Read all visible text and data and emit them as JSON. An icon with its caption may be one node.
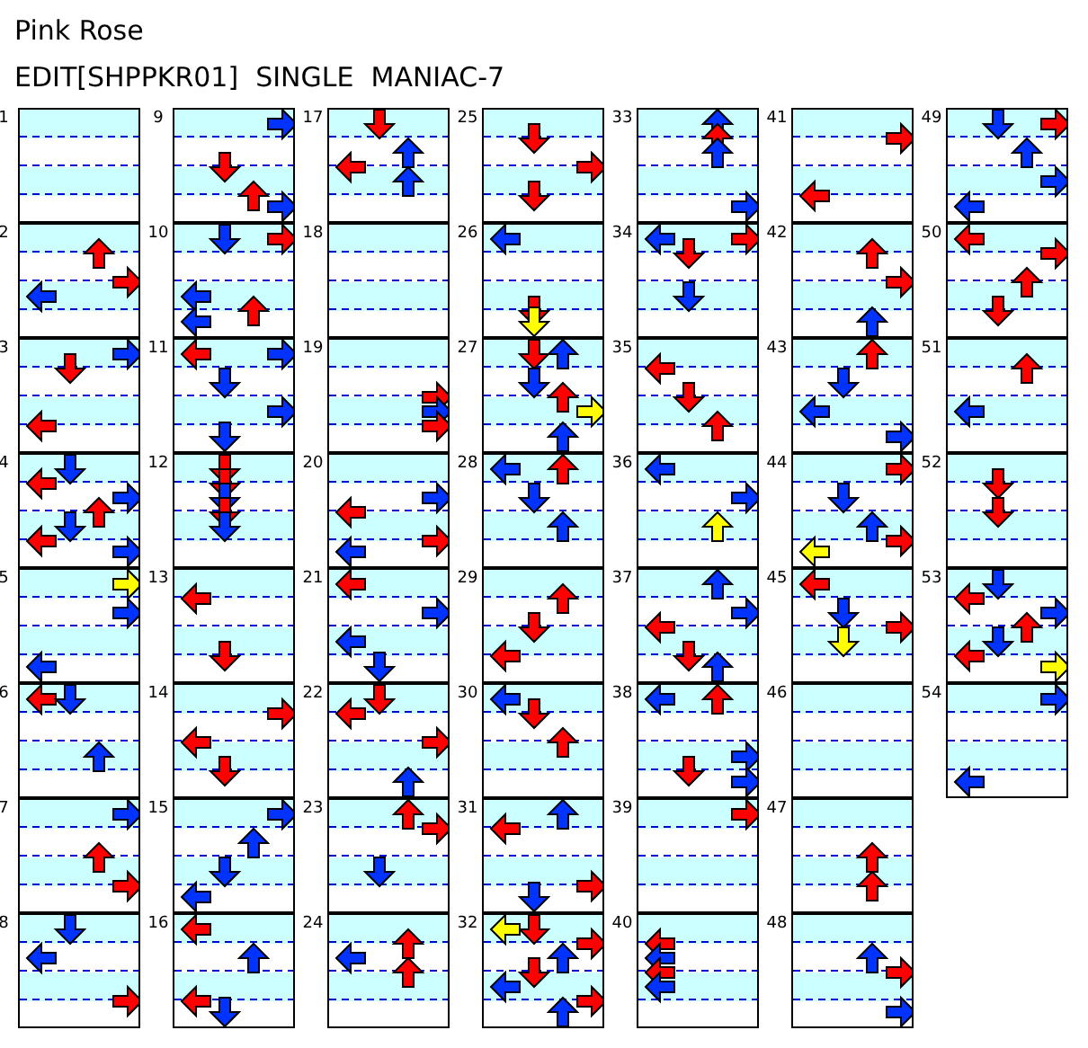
{
  "diagram": {
    "title": "Pink Rose",
    "nodes": [
      {
        "text": [
          "1"
        ]
      },
      {
        "text": [
          "2"
        ]
      },
      {
        "text": [
          "3"
        ]
      },
      {
        "text": [
          "4"
        ]
      },
      {
        "text": [
          "5"
        ]
      },
      {
        "text": [
          "6"
        ]
      },
      {
        "text": [
          "7"
        ]
      },
      {
        "text": [
          "8"
        ]
      },
      {
        "text": [
          "9"
        ]
      },
      {
        "text": [
          "10"
        ]
      },
      {
        "text": [
          "11"
        ]
      },
      {
        "text": [
          "12"
        ]
      },
      {
        "text": [
          "13"
        ]
      },
      {
        "text": [
          "14"
        ]
      },
      {
        "text": [
          "15"
        ]
      },
      {
        "text": [
          "16"
        ]
      },
      {
        "text": [
          "17"
        ]
      },
      {
        "text": [
          "18"
        ]
      },
      {
        "text": [
          "19"
        ]
      },
      {
        "text": [
          "20"
        ]
      },
      {
        "text": [
          "21"
        ]
      },
      {
        "text": [
          "22"
        ]
      },
      {
        "text": [
          "23"
        ]
      },
      {
        "text": [
          "24"
        ]
      },
      {
        "text": [
          "25"
        ]
      },
      {
        "text": [
          "26"
        ]
      },
      {
        "text": [
          "27"
        ]
      },
      {
        "text": [
          "28"
        ]
      },
      {
        "text": [
          "29"
        ]
      },
      {
        "text": [
          "30"
        ]
      },
      {
        "text": [
          "31"
        ]
      },
      {
        "text": [
          "32"
        ]
      },
      {
        "text": [
          "33"
        ]
      },
      {
        "text": [
          "34"
        ]
      },
      {
        "text": [
          "35"
        ]
      },
      {
        "text": [
          "36"
        ]
      },
      {
        "text": [
          "37"
        ]
      },
      {
        "text": [
          "38"
        ]
      },
      {
        "text": [
          "39"
        ]
      },
      {
        "text": [
          "40"
        ]
      },
      {
        "text": [
          "41"
        ]
      },
      {
        "text": [
          "42"
        ]
      },
      {
        "text": [
          "43"
        ]
      },
      {
        "text": [
          "44"
        ]
      },
      {
        "text": [
          "45"
        ]
      },
      {
        "text": [
          "46"
        ]
      },
      {
        "text": [
          "47"
        ]
      },
      {
        "text": [
          "48"
        ]
      },
      {
        "text": [
          "49"
        ]
      },
      {
        "text": [
          "50"
        ]
      },
      {
        "text": [
          "51"
        ]
      },
      {
        "text": [
          "52"
        ]
      },
      {
        "text": [
          "53"
        ]
      },
      {
        "text": [
          "54"
        ]
      }
    ],
    "labels": [
      "EDIT[SHPPKR01]  SINGLE  MANIAC-7"
    ]
  }
}
